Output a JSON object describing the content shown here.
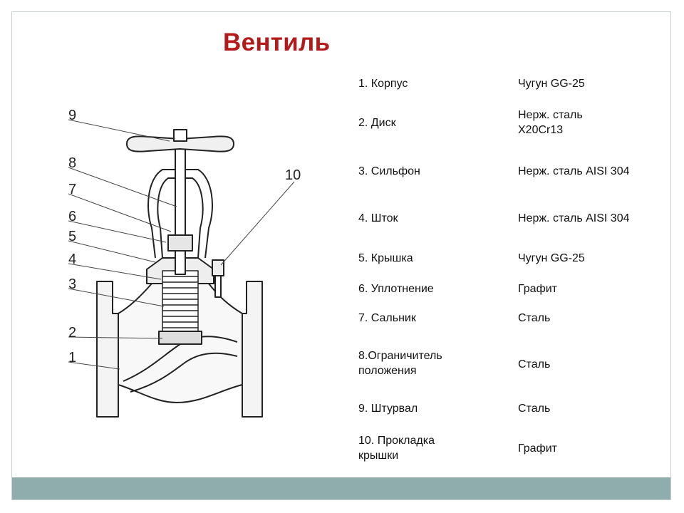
{
  "slide": {
    "title": "Вентиль",
    "colors": {
      "title": "#b31b1b",
      "bar": "#8fadad",
      "frame": "#c9cfcf"
    }
  },
  "diagram": {
    "callouts": [
      "1",
      "2",
      "3",
      "4",
      "5",
      "6",
      "7",
      "8",
      "9",
      "10"
    ]
  },
  "parts": [
    {
      "name": "1. Корпус",
      "material": "Чугун GG-25"
    },
    {
      "name": "2. Диск",
      "material": "Нерж. сталь X20Cr13"
    },
    {
      "name": "3. Сильфон",
      "material": "Нерж. сталь AISI 304"
    },
    {
      "name": "4. Шток",
      "material": "Нерж. сталь AISI 304"
    },
    {
      "name": "5. Крышка",
      "material": "Чугун GG-25"
    },
    {
      "name": "6. Уплотнение",
      "material": "Графит"
    },
    {
      "name": "7. Сальник",
      "material": "Сталь"
    },
    {
      "name": "8.Ограничитель положения",
      "material": "Сталь"
    },
    {
      "name": "9. Штурвал",
      "material": "Сталь"
    },
    {
      "name": "10. Прокладка крышки",
      "material": "Графит"
    }
  ]
}
